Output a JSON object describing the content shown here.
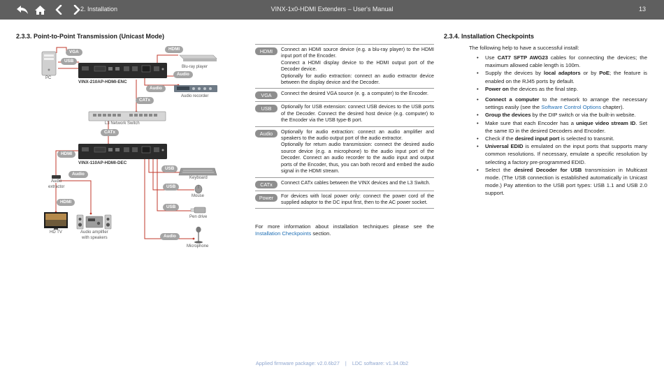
{
  "header": {
    "breadcrumb": "2. Installation",
    "title": "VINX-1x0-HDMI Extenders – User's Manual",
    "page_number": "13",
    "nav_icons": [
      "back-icon",
      "home-icon",
      "previous-icon",
      "next-icon"
    ]
  },
  "section_left": {
    "heading": "2.3.3. Point-to-Point Transmission (Unicast Mode)"
  },
  "diagram": {
    "tags": {
      "vga": "VGA",
      "usb_pc": "USB",
      "hdmi_bluray": "HDMI",
      "audio_rec_top": "Audio",
      "audio_rec_bottom": "Audio",
      "catx_top": "CATx",
      "catx_bottom": "CATx",
      "hdmi_dec": "HDMI",
      "audio_dec": "Audio",
      "hdmi_tv": "HDMI",
      "usb_keyboard": "USB",
      "usb_mouse": "USB",
      "usb_pendrive": "USB",
      "audio_mic": "Audio"
    },
    "labels": {
      "pc": "PC",
      "bluray": "Blu-ray player",
      "audio_recorder": "Audio recorder",
      "encoder": "VINX-210AP-HDMI-ENC",
      "switch": "L3 Network Switch",
      "decoder": "VINX-110AP-HDMI-DEC",
      "audio_extractor_1": "Audio",
      "audio_extractor_2": "extractor",
      "hdtv": "HD TV",
      "amplifier_1": "Audio amplifier",
      "amplifier_2": "with speakers",
      "keyboard": "Keyboard",
      "mouse": "Mouse",
      "pendrive": "Pen drive",
      "microphone": "Microphone"
    }
  },
  "ports": [
    {
      "label": "HDMI",
      "description": "Connect an HDMI source device (e.g. a blu-ray player) to the HDMI input port of the Encoder.\nConnect a HDMI display device to the HDMI output port of the Decoder device.\nOptionally for audio extraction: connect an audio extractor device between the display device and the Decoder."
    },
    {
      "label": "VGA",
      "description": "Connect the desired VGA source (e. g. a computer) to the Encoder."
    },
    {
      "label": "USB",
      "description": "Optionally for USB extension: connect USB devices to the USB ports of the Decoder. Connect the desired host device (e.g. computer) to the Encoder via the USB type-B port."
    },
    {
      "label": "Audio",
      "description": "Optionally for audio extraction: connect an audio amplifier and speakers to the audio output port of the audio extractor.\nOptionally for return audio transmission: connect the desired audio source device (e.g. a microphone) to the audio input port of the Decoder. Connect an audio recorder to the audio input and output ports of the Encoder, thus, you can both record and embed the audio signal in the HDMI stream."
    },
    {
      "label": "CATx",
      "description": "Connect CATx cables between the VINX devices and the L3 Switch."
    },
    {
      "label": "Power",
      "description": "For devices with local power only: connect the power cord of the supplied adaptor to the DC input first, then to the AC power socket."
    }
  ],
  "more_info": {
    "text": "For more information about installation techniques please see the ",
    "link": "Installation Checkpoints",
    "suffix": " section."
  },
  "section_right": {
    "heading": "2.3.4. Installation Checkpoints",
    "intro": "The following help to have a successful install:",
    "bullets": {
      "b1": {
        "pre": "Use ",
        "bold": "CAT7 SFTP AWG23",
        "post": " cables for connecting the devices; the maximum allowed cable length is 100m."
      },
      "b2": {
        "pre": "Supply the devices by ",
        "bold1": "local adaptors",
        "mid": " or by ",
        "bold2": "PoE",
        "post": "; the feature is enabled on the RJ45 ports by default."
      },
      "b3": {
        "bold": "Power on",
        "post": " the devices as the final step."
      },
      "b4": {
        "bold": "Connect a computer",
        "mid": " to the network to arrange the necessary settings easily (see the ",
        "link": "Software Control Options",
        "post": " chapter)."
      },
      "b5": {
        "bold": "Group the devices",
        "post": " by the DIP switch or via the built-in website."
      },
      "b6": {
        "pre": "Make sure that each Encoder has a ",
        "bold": "unique video stream ID",
        "post": ". Set the same ID in the desired Decoders and Encoder."
      },
      "b7": {
        "pre": "Check if the ",
        "bold": "desired input port",
        "post": " is selected to transmit."
      },
      "b8": {
        "bold": "Universal EDID",
        "post": " is emulated on the input ports that supports many common resolutions. If necessary, emulate a specific resolution by selecting a factory pre-programmed EDID."
      },
      "b9": {
        "pre": "Select the ",
        "bold": "desired Decoder for USB",
        "post": " transmission in Multicast mode. (The USB connection is established automatically in Unicast mode.) Pay attention to the USB port types: USB 1.1 and USB 2.0 support."
      }
    }
  },
  "footer": {
    "firmware": "Applied firmware package: v2.0.6b27",
    "separator": "|",
    "ldc": "LDC software: v1.34.0b2"
  },
  "colors": {
    "header_bg": "#5f5f5f",
    "badge": "#8e8e8e",
    "diagram_tag": "#a4a4a4",
    "cable_red": "#c0392b",
    "link": "#1f6fb5",
    "footer_text": "#8fa6cf"
  }
}
